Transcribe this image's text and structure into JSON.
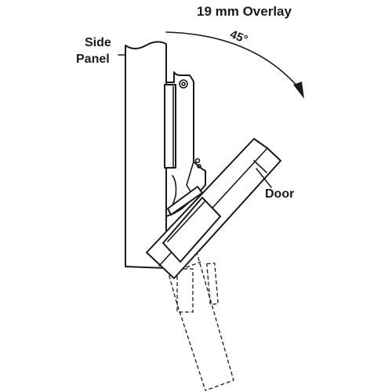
{
  "diagram": {
    "title": "19 mm Overlay",
    "angle_label": "45°",
    "side_panel_label_line1": "Side",
    "side_panel_label_line2": "Panel",
    "door_label": "Door",
    "colors": {
      "ink": "#1a1a1a",
      "background": "#ffffff"
    }
  }
}
